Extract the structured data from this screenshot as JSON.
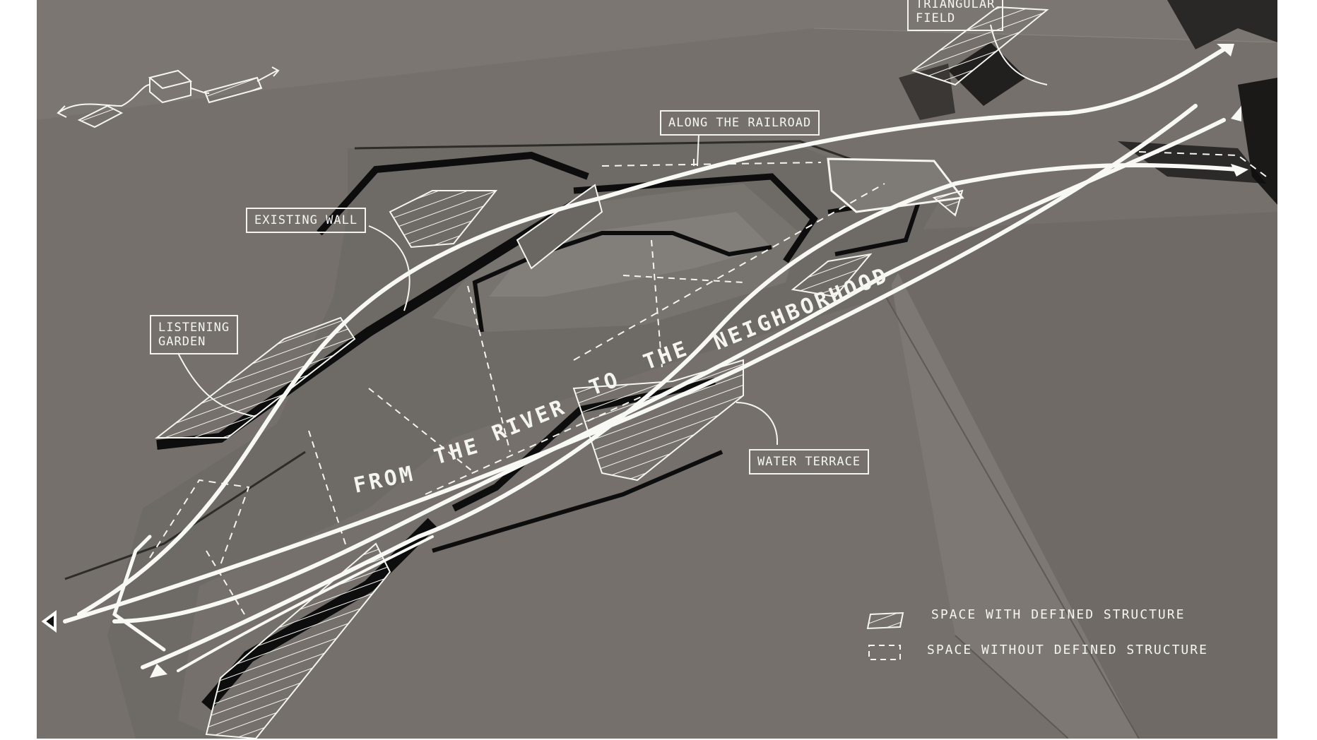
{
  "labels": {
    "triangular_field_line1": "TRIANGULAR",
    "triangular_field_line2": "FIELD",
    "along_the_railroad": "ALONG THE RAILROAD",
    "existing_wall": "EXISTING WALL",
    "listening_garden_line1": "LISTENING",
    "listening_garden_line2": "GARDEN",
    "water_terrace": "WATER TERRACE"
  },
  "title_words": [
    "FROM",
    "THE",
    "RIVER",
    "TO",
    "THE",
    "NEIGHBORHOOD"
  ],
  "legend": {
    "hatched": "SPACE WITH DEFINED STRUCTURE",
    "dashed": "SPACE WITHOUT DEFINED STRUCTURE"
  },
  "colors": {
    "board": "#75706b",
    "ink": "#f5f5f0",
    "shadow": "#0d0d0d",
    "border": "#ffffff"
  }
}
